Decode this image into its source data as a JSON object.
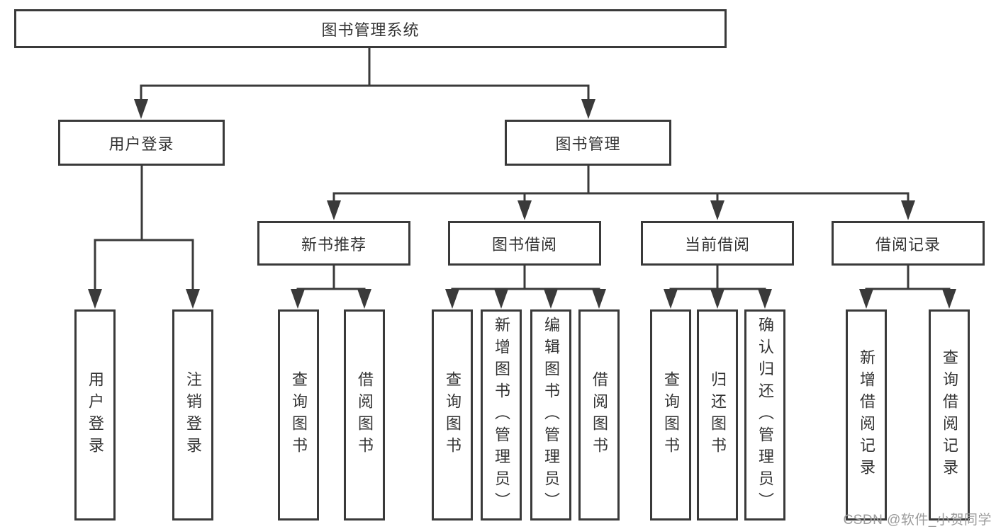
{
  "diagram": {
    "root": {
      "label": "图书管理系统"
    },
    "branches": [
      {
        "label": "用户登录",
        "children": [
          {
            "label": "用户登录"
          },
          {
            "label": "注销登录"
          }
        ]
      },
      {
        "label": "图书管理",
        "children": [
          {
            "label": "新书推荐",
            "children": [
              {
                "label": "查询图书"
              },
              {
                "label": "借阅图书"
              }
            ]
          },
          {
            "label": "图书借阅",
            "children": [
              {
                "label": "查询图书"
              },
              {
                "label": "新增图书（管理员）"
              },
              {
                "label": "编辑图书（管理员）"
              },
              {
                "label": "借阅图书"
              }
            ]
          },
          {
            "label": "当前借阅",
            "children": [
              {
                "label": "查询图书"
              },
              {
                "label": "归还图书"
              },
              {
                "label": "确认归还（管理员）"
              }
            ]
          },
          {
            "label": "借阅记录",
            "children": [
              {
                "label": "新增借阅记录"
              },
              {
                "label": "查询借阅记录"
              }
            ]
          }
        ]
      }
    ]
  },
  "watermark": {
    "text": "CSDN @软件_小贺同学"
  },
  "colors": {
    "line": "#3a3a3a",
    "text": "#333333",
    "box_background": "#ffffff",
    "watermark": "#9b9b9b",
    "background": "#ffffff"
  }
}
